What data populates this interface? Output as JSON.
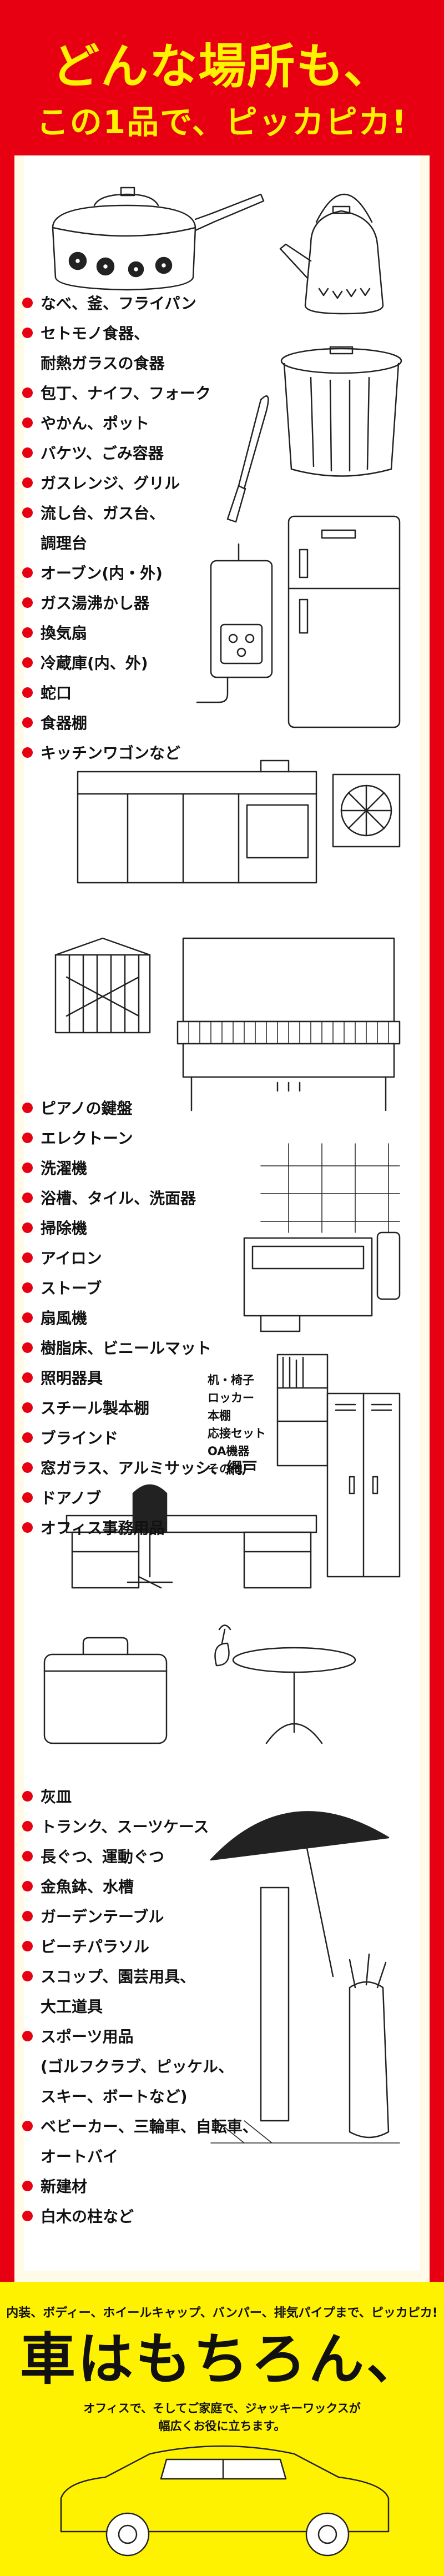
{
  "headline": {
    "line1": "どんな場所も、",
    "line2": "この1品で、ピッカピカ!"
  },
  "section1": [
    "なべ、釜、フライパン",
    "セトモノ食器、",
    "耐熱ガラスの食器",
    "包丁、ナイフ、フォーク",
    "やかん、ポット",
    "バケツ、ごみ容器",
    "ガスレンジ、グリル",
    "流し台、ガス台、",
    "調理台",
    "オーブン(内・外)",
    "ガス湯沸かし器",
    "換気扇",
    "冷蔵庫(内、外)",
    "蛇口",
    "食器棚",
    "キッチンワゴンなど"
  ],
  "section2": [
    "ピアノの鍵盤",
    "エレクトーン",
    "洗濯機",
    "浴槽、タイル、洗面器",
    "掃除機",
    "アイロン",
    "ストーブ",
    "扇風機",
    "樹脂床、ビニールマット",
    "照明器具",
    "スチール製本棚",
    "ブラインド",
    "窓ガラス、アルミサッシ、網戸",
    "ドアノブ",
    "オフィス事務用品"
  ],
  "office_items": [
    "机・椅子",
    "ロッカー",
    "本棚",
    "応接セット",
    "OA機器",
    "その他"
  ],
  "section3": [
    "灰皿",
    "トランク、スーツケース",
    "長ぐつ、運動ぐつ",
    "金魚鉢、水槽",
    "ガーデンテーブル",
    "ビーチパラソル",
    "スコップ、園芸用具、",
    "大工道具",
    "スポーツ用品",
    "(ゴルフクラブ、ピッケル、",
    "スキー、ボートなど)",
    "ベビーカー、三輪車、自転車、",
    "オートバイ",
    "新建材",
    "白木の柱など"
  ],
  "bottom": {
    "line1": "内装、ボディー、ホイールキャップ、バンパー、排気パイプまで、ピッカピカ!",
    "headline": "車はもちろん、",
    "line3": "オフィスで、そしてご家庭で、ジャッキーワックスが",
    "line4": "幅広くお役に立ちます。"
  },
  "colors": {
    "frame": "#e60012",
    "headline": "#fff200",
    "bullet": "#e60012",
    "band": "#fff200"
  },
  "icons": [
    "pot-icon",
    "kettle-icon",
    "trash-can-icon",
    "knife-icon",
    "water-heater-icon",
    "refrigerator-icon",
    "kitchen-counter-icon",
    "vent-fan-icon",
    "birdcage-icon",
    "piano-icon",
    "bathtub-icon",
    "bookshelf-icon",
    "locker-icon",
    "office-desk-icon",
    "suitcase-icon",
    "garden-table-icon",
    "parasol-icon",
    "golf-bag-icon",
    "car-icon"
  ]
}
